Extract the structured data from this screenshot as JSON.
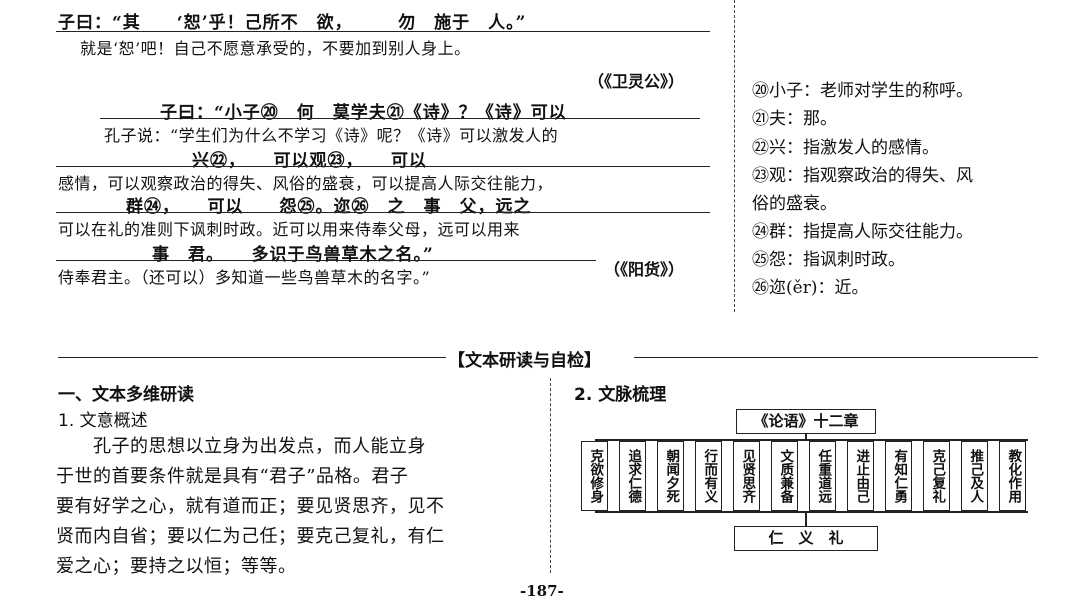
{
  "passage1": {
    "classic": "子曰：“其　　‘恕’乎！己所不　欲，　　　勿　施于　人。”",
    "translation": "就是‘恕’吧！自己不愿意承受的，不要加到别人身上。",
    "source": "（《卫灵公》）"
  },
  "passage2": {
    "l1_classic": "子曰：“小子⑳　何　莫学夫㉑《诗》？《诗》可以",
    "l1_trans": "孔子说：“学生们为什么不学习《诗》呢？《诗》可以激发人的",
    "l2_classic": "兴㉒，　　可以观㉓，　　可以",
    "l2_trans": "感情，可以观察政治的得失、风俗的盛衰，可以提高人际交往能力，",
    "l3_classic": "群㉔，　　可以　　怨㉕。迩㉖　之　事　父，远之",
    "l3_trans": "可以在礼的准则下讽刺时政。近可以用来侍奉父母，远可以用来",
    "l4_classic": "事　君。　　多识于鸟兽草木之名。”",
    "l4_trans": "侍奉君主。（还可以）多知道一些鸟兽草木的名字。”",
    "source": "（《阳货》）"
  },
  "notes": [
    "⑳小子：老师对学生的称呼。",
    "㉑夫：那。",
    "㉒兴：指激发人的感情。",
    "㉓观：指观察政治的得失、风",
    "俗的盛衰。",
    "㉔群：指提高人际交往能力。",
    "㉕怨：指讽刺时政。",
    "㉖迩(ěr)：近。"
  ],
  "section_title": "【文本研读与自检】",
  "part1_heading": "一、文本多维研读",
  "sub1_heading": "1. 文意概述",
  "sub1_paragraph": [
    "　　孔子的思想以立身为出发点，而人能立身",
    "于世的首要条件就是具有“君子”品格。君子",
    "要有好学之心，就有道而正；要见贤思齐，见不",
    "贤而内自省；要以仁为己任；要克己复礼，有仁",
    "爱之心；要持之以恒；等等。"
  ],
  "sub2_heading": "2. 文脉梳理",
  "diagram": {
    "top": "《论语》十二章",
    "items": [
      "克欲修身",
      "追求仁德",
      "朝闻夕死",
      "行而有义",
      "见贤思齐",
      "文质兼备",
      "任重道远",
      "进止由己",
      "有知仁勇",
      "克己复礼",
      "推己及人",
      "教化作用"
    ],
    "bottom": "仁　义　礼"
  },
  "page_number": "-187-"
}
